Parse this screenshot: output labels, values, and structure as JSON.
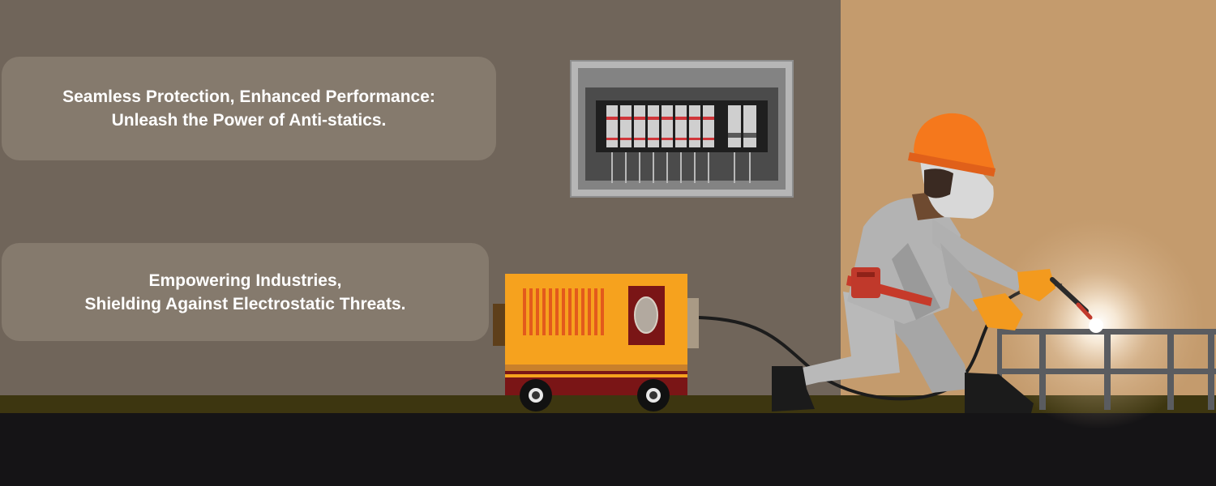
{
  "banner": {
    "caption_1": {
      "line_1": "Seamless Protection, Enhanced Performance:",
      "line_2": "Unleash the Power of Anti-statics."
    },
    "caption_2": {
      "line_1": "Empowering Industries,",
      "line_2": "Shielding Against Electrostatic Threats."
    }
  },
  "colors": {
    "wall_left": "#70655a",
    "wall_right": "#c49b6d",
    "ground": "#3d3610",
    "floor": "#151416",
    "generator": "#f6a21e",
    "helmet": "#f5781c",
    "caption_background": "#857a6d"
  }
}
